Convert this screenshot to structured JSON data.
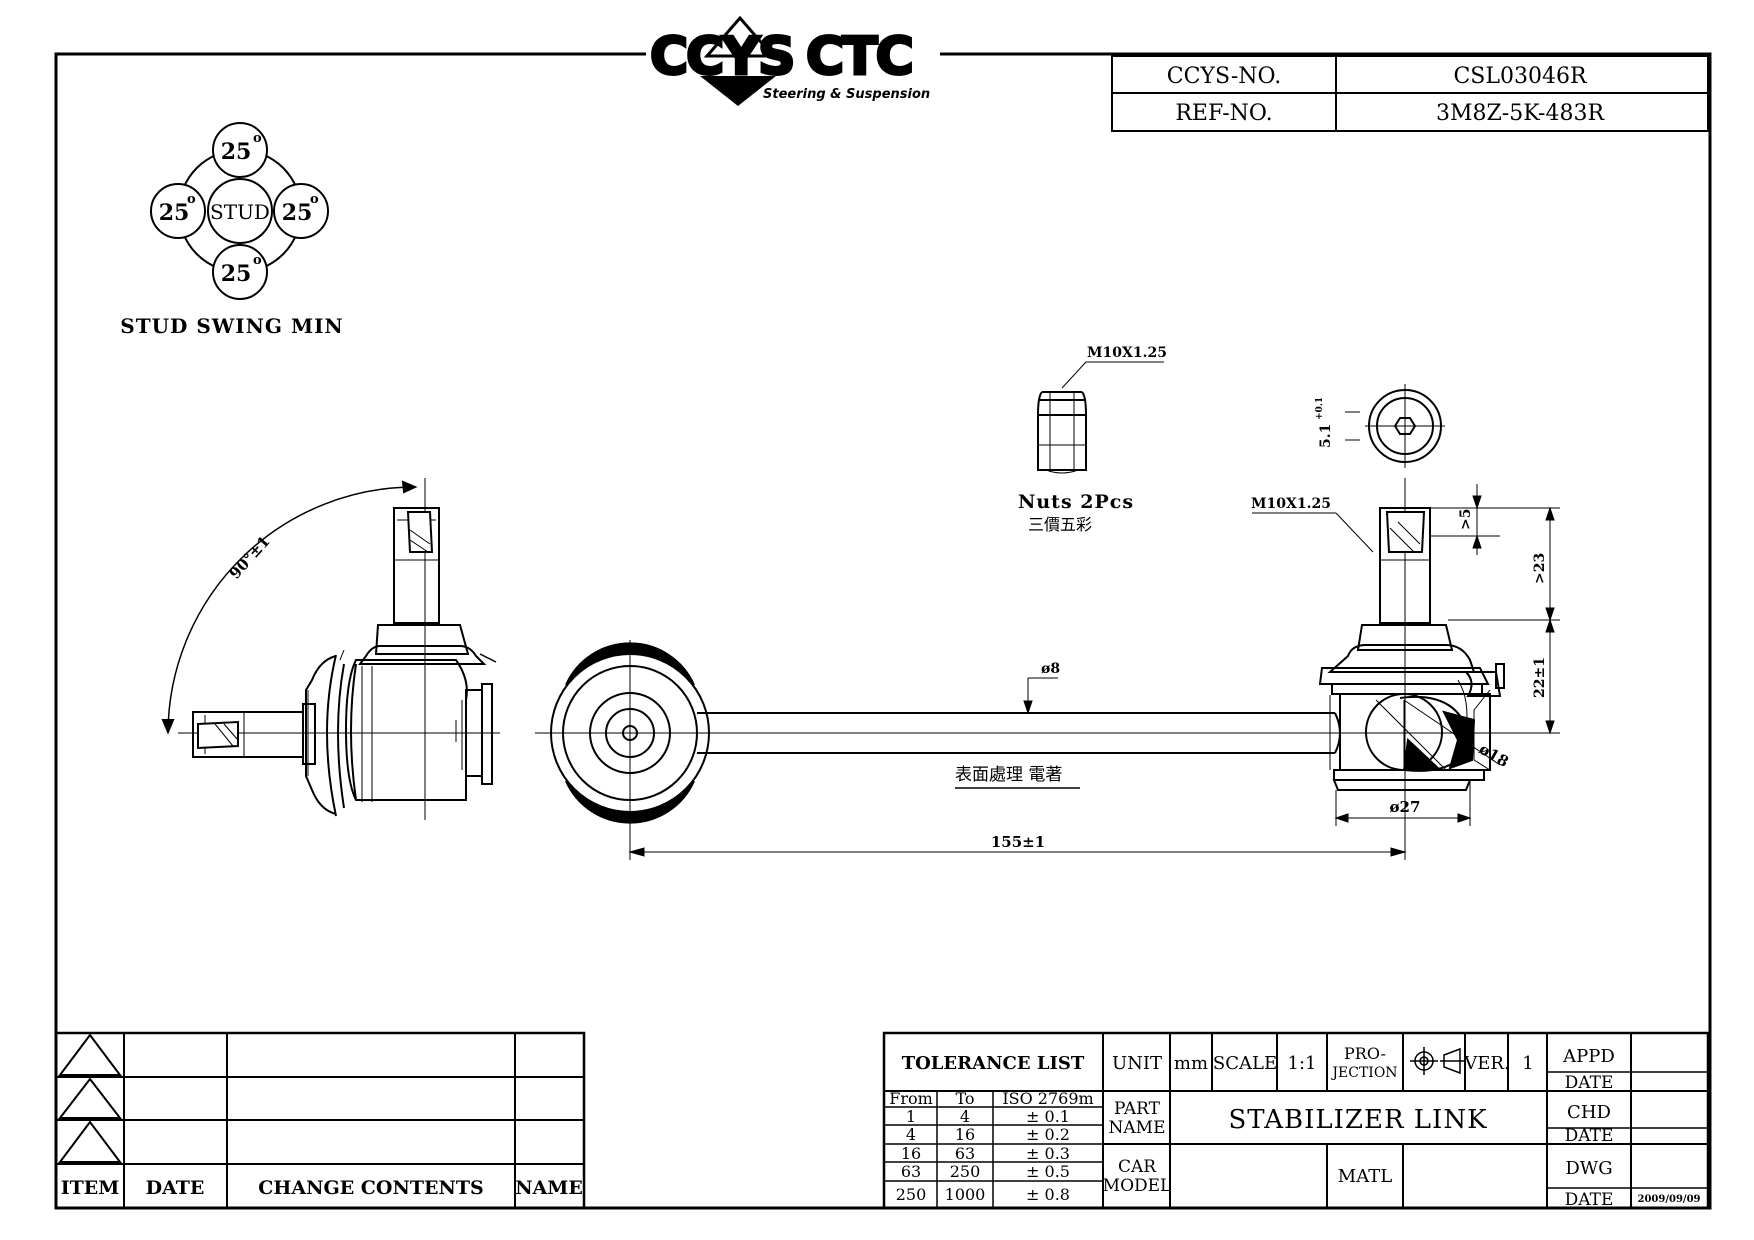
{
  "logo": {
    "brand": "CCYS CTC",
    "tagline": "Steering & Suspension"
  },
  "header": {
    "ccys_no_label": "CCYS-NO.",
    "ccys_no_value": "CSL03046R",
    "ref_no_label": "REF-NO.",
    "ref_no_value": "3M8Z-5K-483R"
  },
  "stud_swing": {
    "angle_top": "25",
    "angle_left": "25",
    "angle_right": "25",
    "angle_bottom": "25",
    "degree_mark": "o",
    "center": "STUD",
    "caption": "STUD SWING MIN"
  },
  "annotations": {
    "angle": "90°±1",
    "nut_thread": "M10X1.25",
    "nuts": "Nuts 2Pcs",
    "nuts_cn": "三價五彩",
    "hex": "5.1",
    "hex_tol": "+0.1",
    "stud_thread": "M10X1.25",
    "dim_gt5": ">5",
    "dim_gt23": ">23",
    "dim_22": "22±1",
    "dia_18": "ø18",
    "dia_27": "ø27",
    "dia_8": "ø8",
    "surface": "表面處理  電著",
    "length": "155±1"
  },
  "revision_table": {
    "headers": [
      "ITEM",
      "DATE",
      "CHANGE  CONTENTS",
      "NAME"
    ]
  },
  "tolerance": {
    "title": "TOLERANCE  LIST",
    "headers": [
      "From",
      "To",
      "ISO  2769m"
    ],
    "rows": [
      [
        "1",
        "4",
        "±  0.1"
      ],
      [
        "4",
        "16",
        "±  0.2"
      ],
      [
        "16",
        "63",
        "±  0.3"
      ],
      [
        "63",
        "250",
        "±  0.5"
      ],
      [
        "250",
        "1000",
        "±  0.8"
      ]
    ]
  },
  "title_block": {
    "unit_label": "UNIT",
    "unit_value": "mm",
    "scale_label": "SCALE",
    "scale_value": "1:1",
    "projection_line1": "PRO-",
    "projection_line2": "JECTION",
    "ver_label": "VER.",
    "ver_value": "1",
    "part_name_line1": "PART",
    "part_name_line2": "NAME",
    "part_name_value": "STABILIZER  LINK",
    "car_model_line1": "CAR",
    "car_model_line2": "MODEL",
    "matl_label": "MATL",
    "appd_label": "APPD",
    "date_label_1": "DATE",
    "chd_label": "CHD",
    "date_label_2": "DATE",
    "dwg_label": "DWG",
    "date_label_3": "DATE",
    "dwg_date": "2009/09/09"
  }
}
